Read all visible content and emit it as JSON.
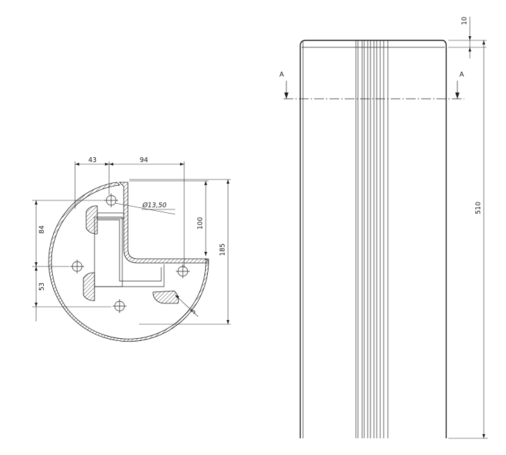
{
  "section_view": {
    "dims": {
      "top_left": "43",
      "top_right": "94",
      "hole_diameter": "Ø13,50",
      "height_100": "100",
      "height_185": "185",
      "left_84": "84",
      "left_53": "53",
      "radius_5": "5"
    }
  },
  "side_view": {
    "section_label_left": "A",
    "section_label_right": "A",
    "dim_top": "10",
    "dim_height": "510"
  }
}
